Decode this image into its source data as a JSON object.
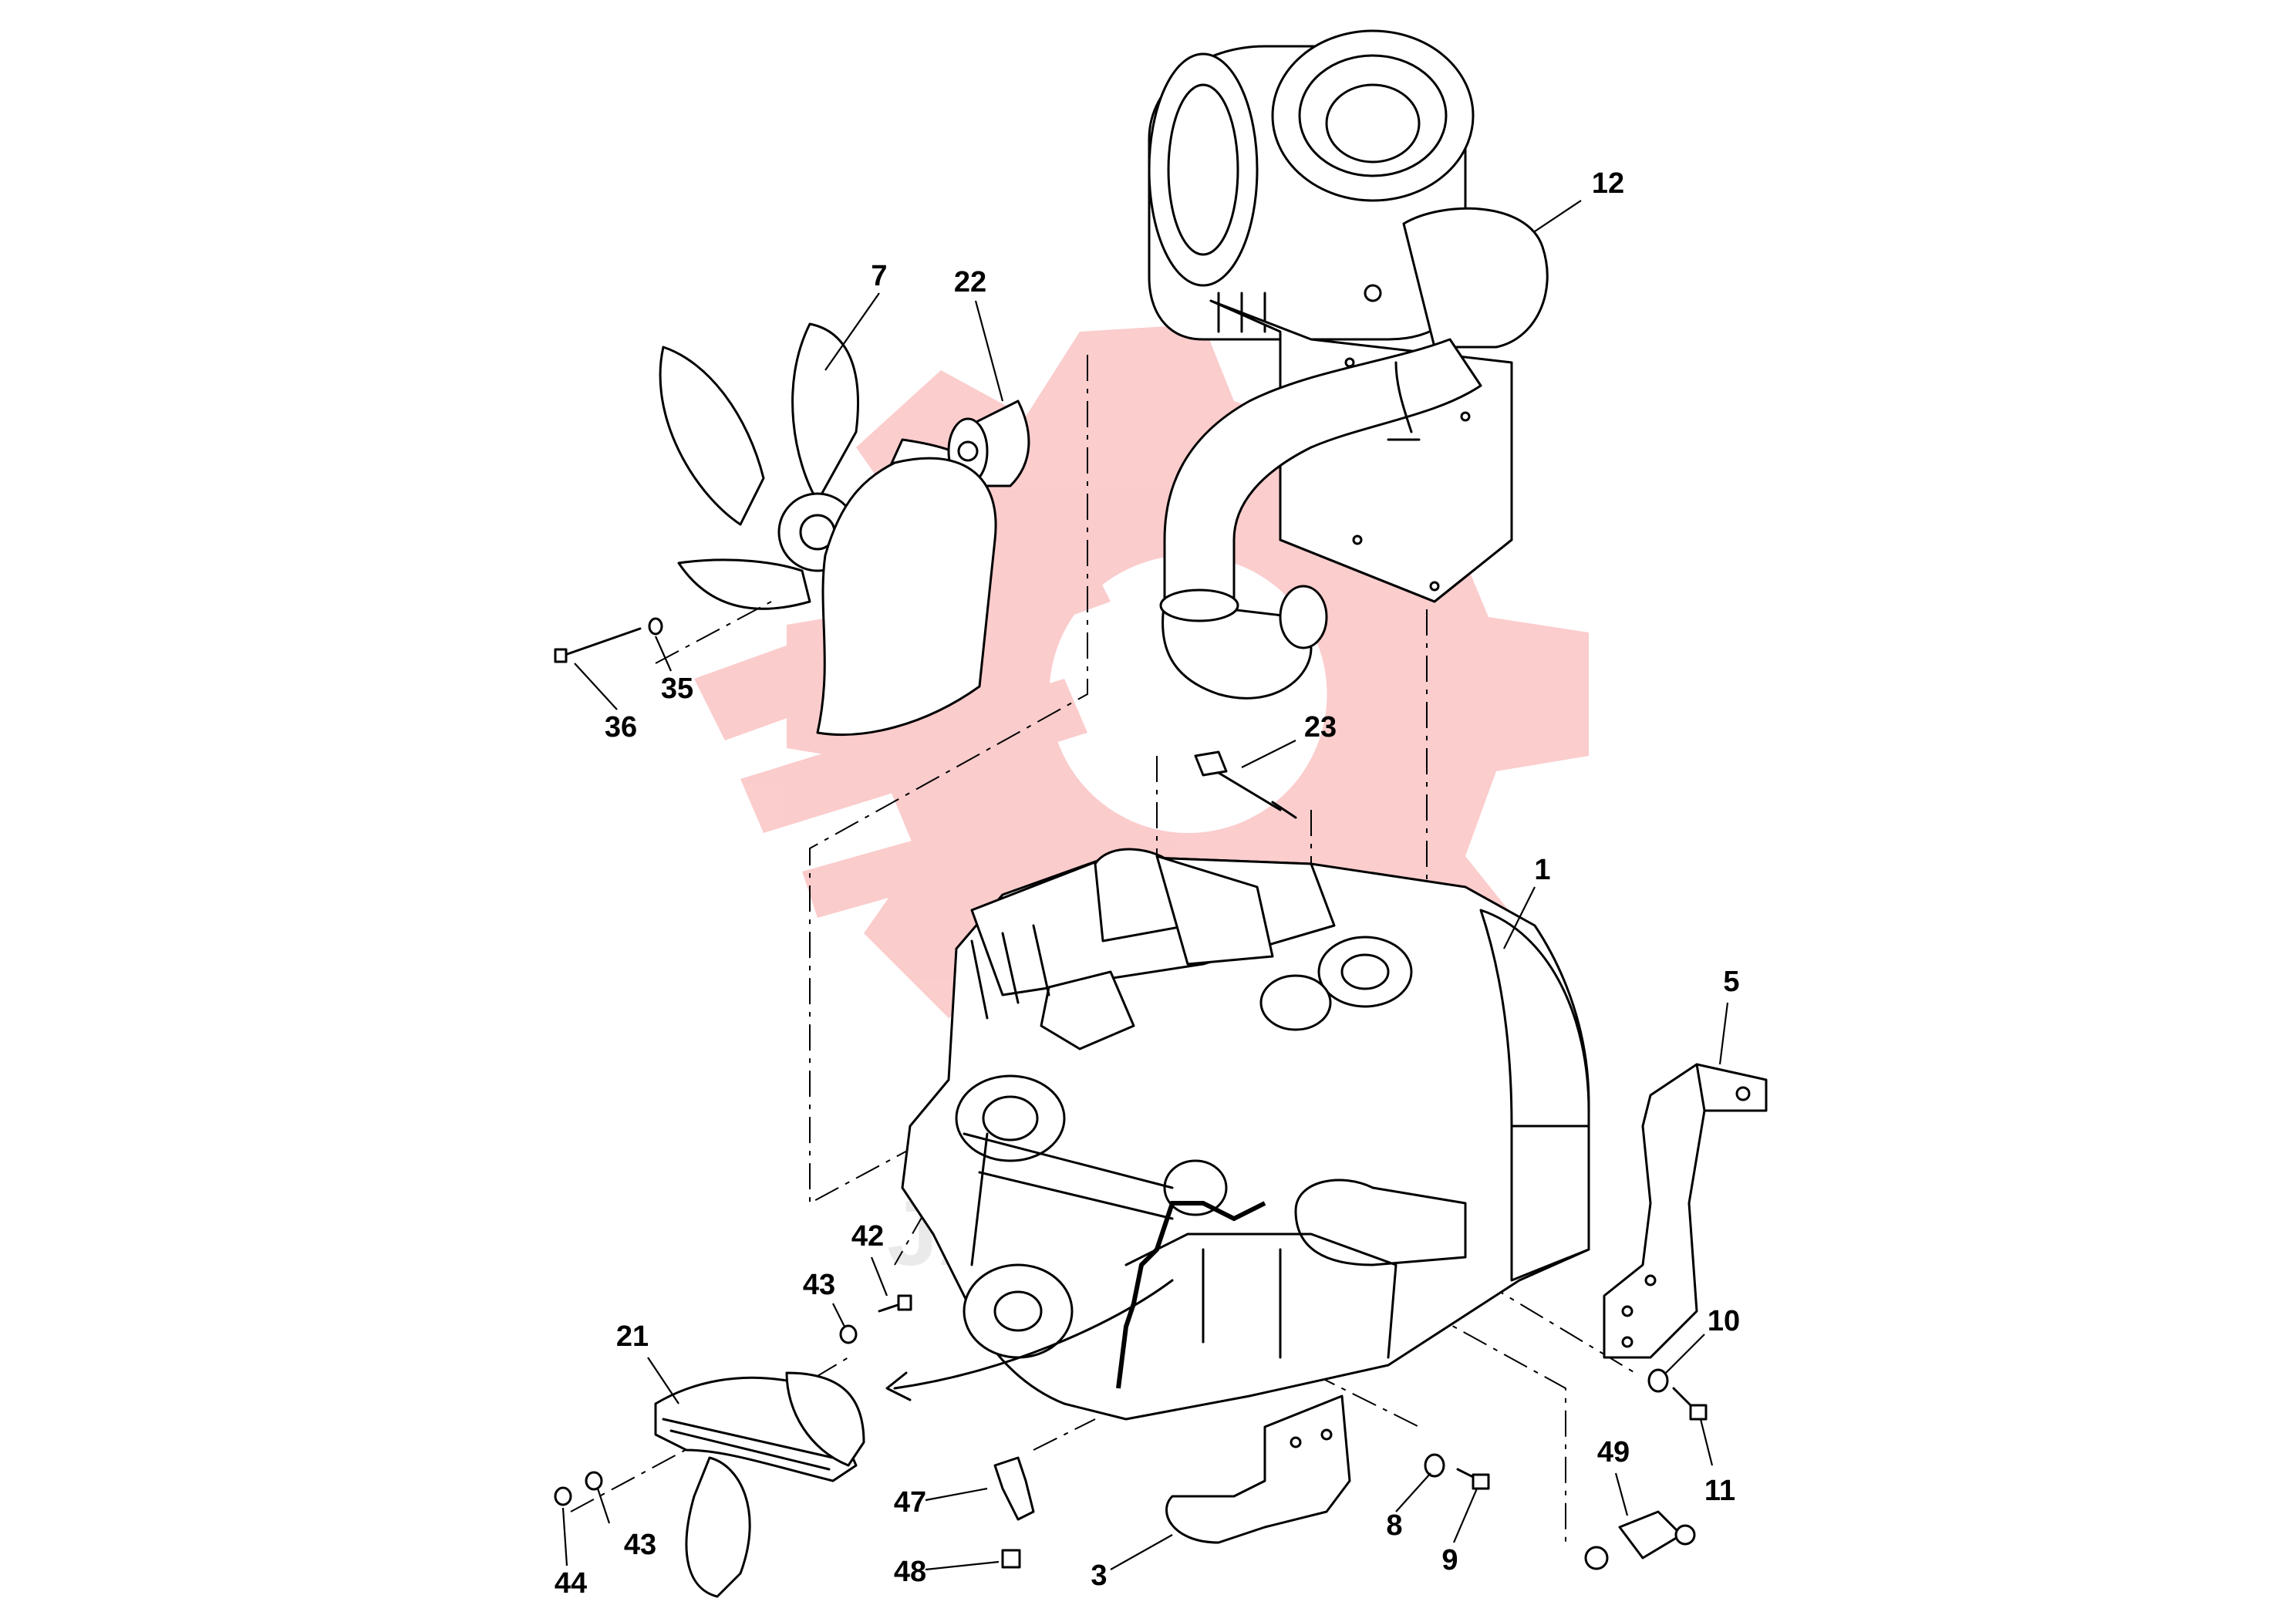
{
  "callouts": [
    {
      "id": "1",
      "label": "1"
    },
    {
      "id": "3",
      "label": "3"
    },
    {
      "id": "5",
      "label": "5"
    },
    {
      "id": "7",
      "label": "7"
    },
    {
      "id": "8",
      "label": "8"
    },
    {
      "id": "9",
      "label": "9"
    },
    {
      "id": "10",
      "label": "10"
    },
    {
      "id": "11",
      "label": "11"
    },
    {
      "id": "12",
      "label": "12"
    },
    {
      "id": "21",
      "label": "21"
    },
    {
      "id": "22",
      "label": "22"
    },
    {
      "id": "23",
      "label": "23"
    },
    {
      "id": "35",
      "label": "35"
    },
    {
      "id": "36",
      "label": "36"
    },
    {
      "id": "42",
      "label": "42"
    },
    {
      "id": "43a",
      "label": "43"
    },
    {
      "id": "43b",
      "label": "43"
    },
    {
      "id": "44",
      "label": "44"
    },
    {
      "id": "47",
      "label": "47"
    },
    {
      "id": "48",
      "label": "48"
    },
    {
      "id": "49",
      "label": "49"
    }
  ],
  "watermark": {
    "icon": "gear-logo-watermark",
    "color": "#f24a4a",
    "text": "JAESEK"
  },
  "colors": {
    "line": "#000000",
    "background": "#ffffff",
    "watermark": "#f24a4a"
  }
}
